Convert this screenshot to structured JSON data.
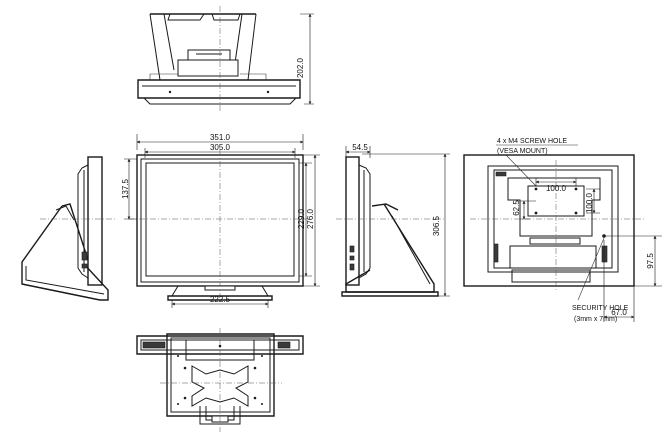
{
  "dimensions": {
    "stand_depth": "202.0",
    "overall_width": "351.0",
    "screen_width": "305.0",
    "offset_height": "137.5",
    "screen_height": "229.0",
    "frame_height": "276.0",
    "base_width": "222.5",
    "side_depth": "54.5",
    "total_height": "306.5",
    "vesa_width": "100.0",
    "vesa_height": "100.0",
    "vesa_offset": "62.5",
    "hole_height": "97.5",
    "hole_offset": "67.0"
  },
  "labels": {
    "screw_hole_line1": "4 x M4 SCREW HOLE",
    "screw_hole_line2": "(VESA MOUNT)",
    "security_hole_line1": "SECURITY HOLE",
    "security_hole_line2": "(3mm x 7mm)"
  }
}
